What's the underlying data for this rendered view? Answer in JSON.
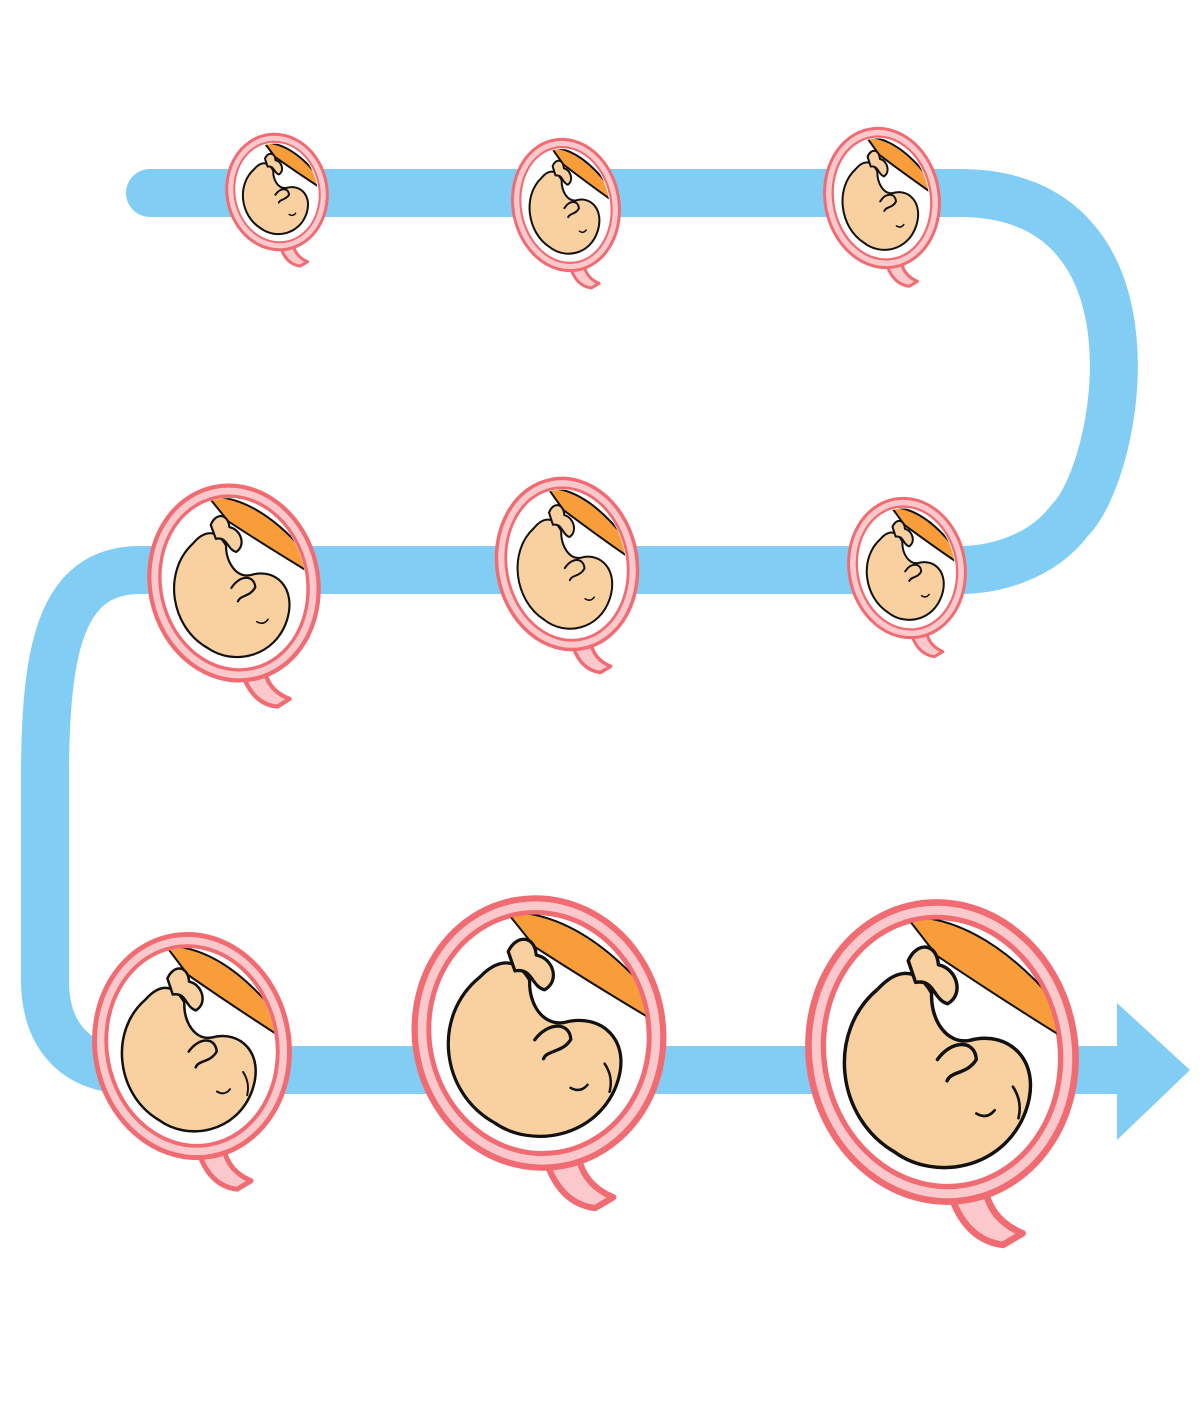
{
  "colors": {
    "background": "#ffffff",
    "path": "#82cdf4",
    "uterus_outer": "#f06b72",
    "uterus_band": "#fbc9cb",
    "skin": "#f9d09f",
    "placenta": "#f89d3a",
    "outline": "#111111"
  },
  "stages": [
    {
      "name": "stage-1",
      "order": 1
    },
    {
      "name": "stage-2",
      "order": 2
    },
    {
      "name": "stage-3",
      "order": 3
    },
    {
      "name": "stage-4",
      "order": 4
    },
    {
      "name": "stage-5",
      "order": 5
    },
    {
      "name": "stage-6",
      "order": 6
    },
    {
      "name": "stage-7",
      "order": 7
    },
    {
      "name": "stage-8",
      "order": 8
    },
    {
      "name": "stage-9",
      "order": 9
    }
  ],
  "icons": {
    "path": "serpentine-arrow",
    "stage": "fetus-in-uterus-icon"
  }
}
